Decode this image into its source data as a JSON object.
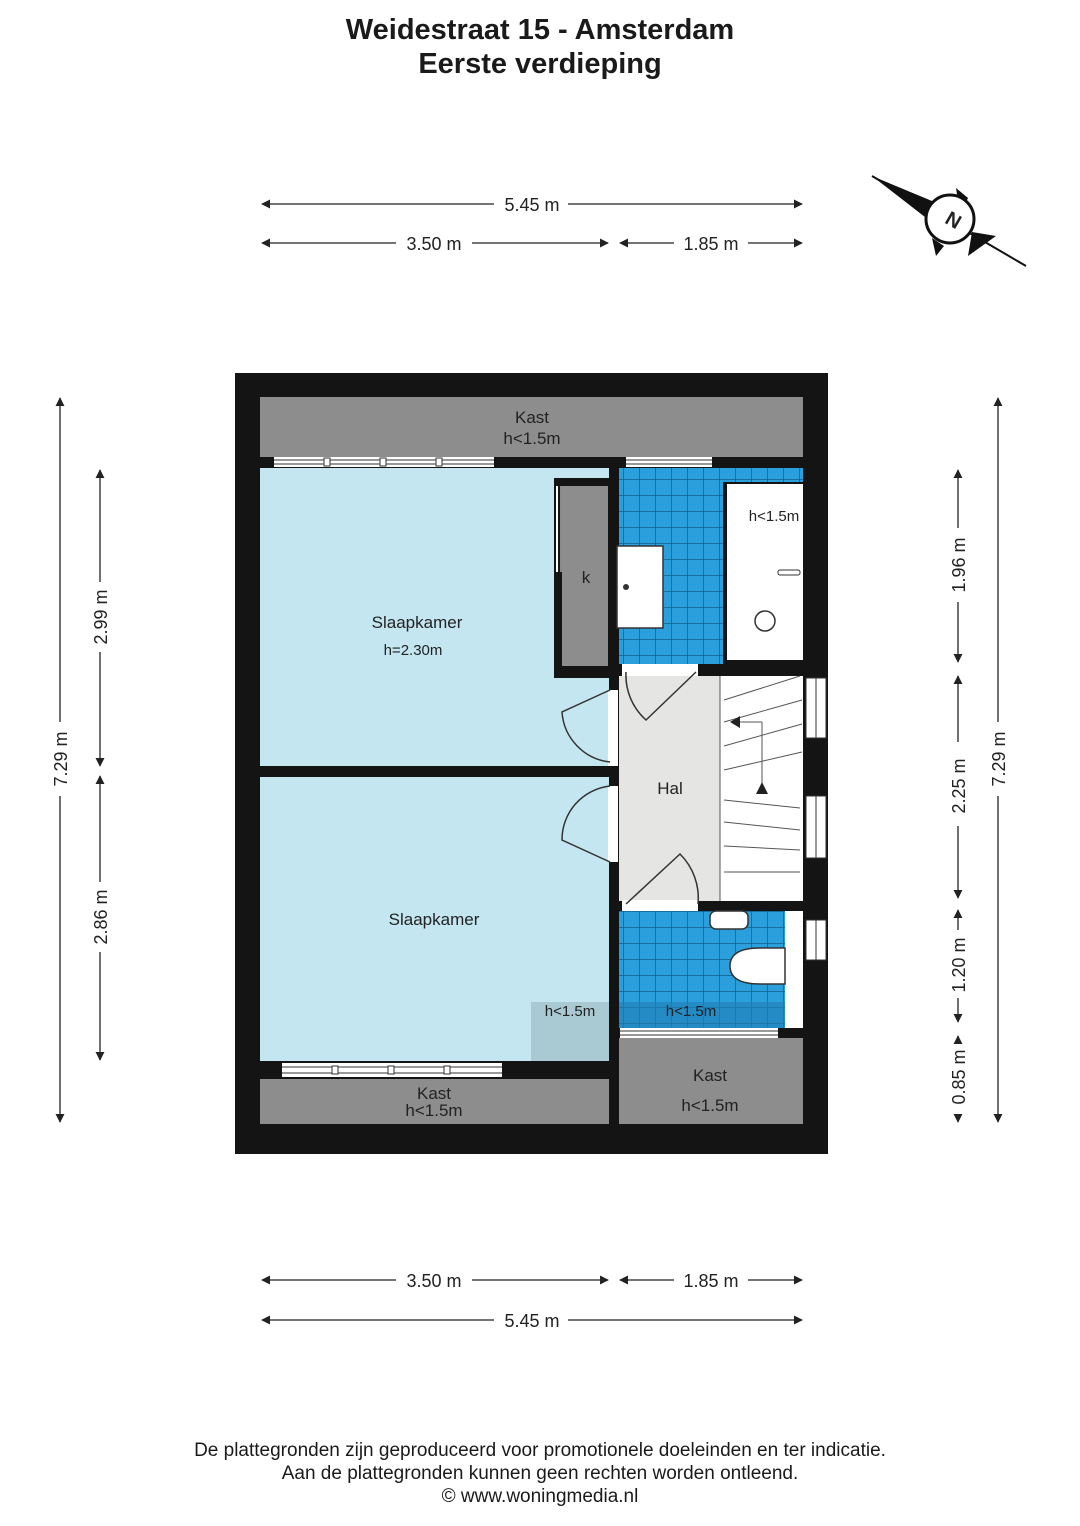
{
  "header": {
    "title": "Weidestraat 15 - Amsterdam",
    "subtitle": "Eerste verdieping"
  },
  "dimensions": {
    "top_total": "5.45 m",
    "top_left": "3.50 m",
    "top_right": "1.85 m",
    "bottom_left": "3.50 m",
    "bottom_right": "1.85 m",
    "bottom_total": "5.45 m",
    "left_total": "7.29 m",
    "left_upper": "2.99 m",
    "left_lower": "2.86 m",
    "right_total": "7.29 m",
    "right_1": "1.96 m",
    "right_2": "2.25 m",
    "right_3": "1.20 m",
    "right_4": "0.85 m"
  },
  "rooms": {
    "kast_top": {
      "name": "Kast",
      "height": "h<1.5m"
    },
    "slaapkamer_1": {
      "name": "Slaapkamer",
      "height": "h=2.30m"
    },
    "closet_k": {
      "name": "k"
    },
    "bathroom": {
      "height": "h<1.5m"
    },
    "hal": {
      "name": "Hal"
    },
    "slaapkamer_2": {
      "name": "Slaapkamer",
      "height_zone": "h<1.5m"
    },
    "toilet": {
      "height": "h<1.5m"
    },
    "kast_bottom_left": {
      "name": "Kast",
      "height": "h<1.5m"
    },
    "kast_bottom_right": {
      "name": "Kast",
      "height": "h<1.5m"
    }
  },
  "compass": {
    "label": "N"
  },
  "colors": {
    "wall": "#141414",
    "bedroom_floor": "#c3e6f1",
    "wet_tile": "#2b9fdc",
    "hall_floor": "#e5e5e3",
    "storage": "#8d8d8d"
  },
  "footer": {
    "line1": "De plattegronden zijn geproduceerd voor promotionele doeleinden en ter indicatie.",
    "line2": "Aan de plattegronden kunnen geen rechten worden ontleend.",
    "line3": "© www.woningmedia.nl"
  }
}
